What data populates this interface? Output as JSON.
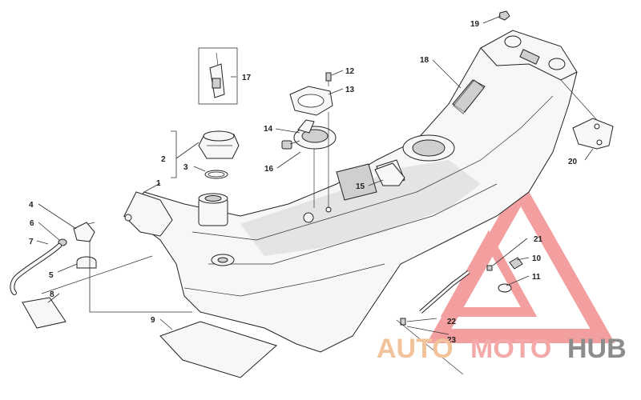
{
  "callouts": [
    {
      "id": "c1",
      "label": "1"
    },
    {
      "id": "c2",
      "label": "2"
    },
    {
      "id": "c3",
      "label": "3"
    },
    {
      "id": "c4",
      "label": "4"
    },
    {
      "id": "c5",
      "label": "5"
    },
    {
      "id": "c6",
      "label": "6"
    },
    {
      "id": "c7",
      "label": "7"
    },
    {
      "id": "c8",
      "label": "8"
    },
    {
      "id": "c9",
      "label": "9"
    },
    {
      "id": "c10",
      "label": "10"
    },
    {
      "id": "c11",
      "label": "11"
    },
    {
      "id": "c12",
      "label": "12"
    },
    {
      "id": "c13",
      "label": "13"
    },
    {
      "id": "c14",
      "label": "14"
    },
    {
      "id": "c15",
      "label": "15"
    },
    {
      "id": "c16",
      "label": "16"
    },
    {
      "id": "c17",
      "label": "17"
    },
    {
      "id": "c18",
      "label": "18"
    },
    {
      "id": "c19",
      "label": "19"
    },
    {
      "id": "c20",
      "label": "20"
    },
    {
      "id": "c21",
      "label": "21"
    },
    {
      "id": "c22",
      "label": "22"
    },
    {
      "id": "c23",
      "label": "23"
    }
  ],
  "watermark": {
    "part1": "AUTO",
    "part2": "MOTO",
    "part3": "HUB",
    "colors": {
      "auto": "#f2c39a",
      "moto": "#f4a9a9",
      "hub": "#8c8c8c",
      "triangle": "#f08080"
    }
  },
  "colors": {
    "line": "#222222",
    "background": "#ffffff"
  }
}
